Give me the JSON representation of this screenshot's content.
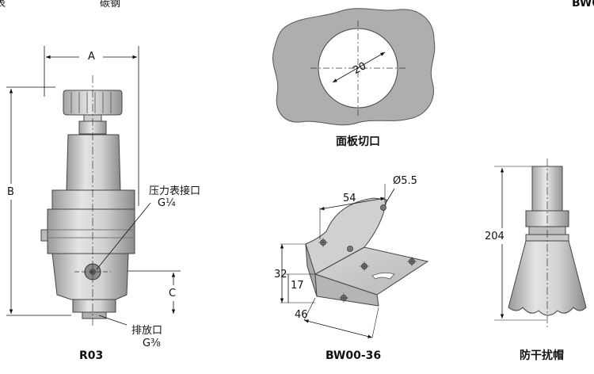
{
  "header": {
    "left_fragment": "表",
    "material": "碳钢",
    "right_fragment": "BW0"
  },
  "r03": {
    "dim_a": "A",
    "dim_b": "B",
    "dim_c": "C",
    "gauge_port_label": "压力表接口",
    "gauge_port_thread": "G¼",
    "exhaust_port_label": "排放口",
    "exhaust_port_thread": "G⅜",
    "caption": "R03"
  },
  "panel_cutout": {
    "diameter": "20",
    "caption": "面板切口"
  },
  "bracket": {
    "dim_hole": "Ø5.5",
    "dim_54": "54",
    "dim_32": "32",
    "dim_17": "17",
    "dim_46": "46",
    "caption": "BW00-36"
  },
  "guard": {
    "dim_height": "204",
    "caption": "防干扰帽"
  }
}
